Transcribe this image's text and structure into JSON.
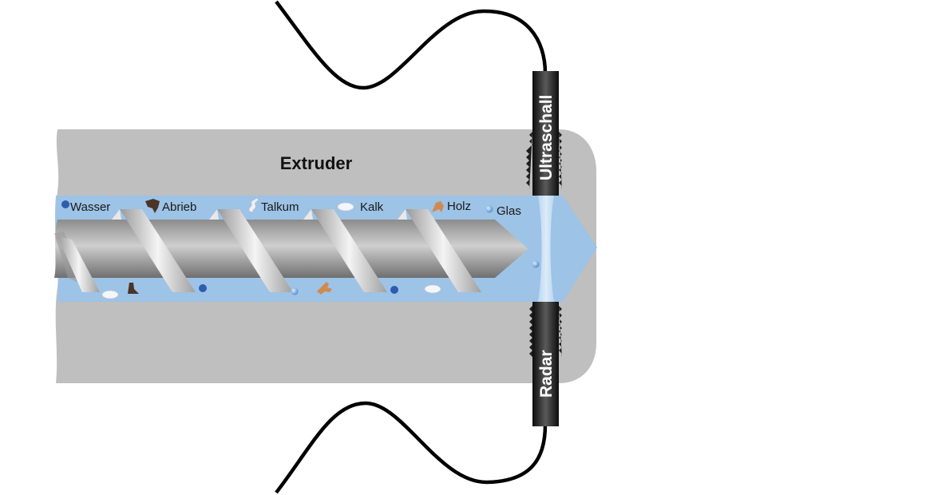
{
  "title": "Extruder",
  "materials": [
    {
      "id": "wasser",
      "label": "Wasser",
      "icon": "water-drop-icon",
      "color": "#2d5db0"
    },
    {
      "id": "abrieb",
      "label": "Abrieb",
      "icon": "abrasion-particle-icon",
      "color": "#4a3528"
    },
    {
      "id": "talkum",
      "label": "Talkum",
      "icon": "talc-particle-icon",
      "color": "#e8ecf2"
    },
    {
      "id": "kalk",
      "label": "Kalk",
      "icon": "lime-particle-icon",
      "color": "#f2f4f7"
    },
    {
      "id": "holz",
      "label": "Holz",
      "icon": "wood-particle-icon",
      "color": "#d08a4f"
    },
    {
      "id": "glas",
      "label": "Glas",
      "icon": "glass-bead-icon",
      "color": "#6fa8dc"
    }
  ],
  "sensors": {
    "top": {
      "label": "Ultraschall"
    },
    "bottom": {
      "label": "Radar"
    }
  },
  "colors": {
    "barrel": "#bfbfbf",
    "melt": "#9dc3e6",
    "sensor": "#1e1e1e",
    "cable": "#000000"
  }
}
